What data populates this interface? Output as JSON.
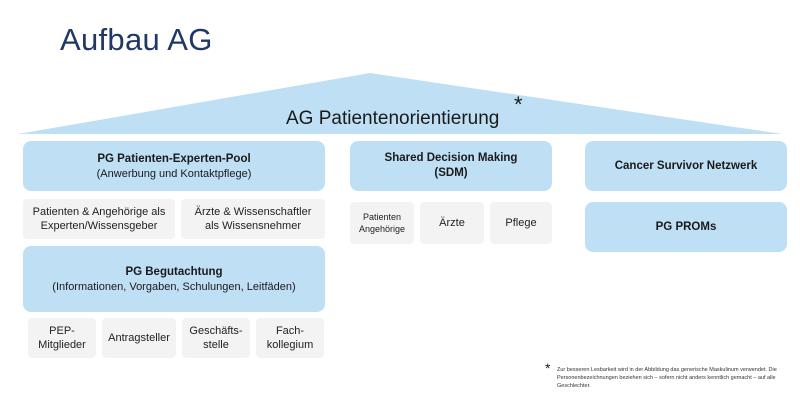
{
  "title": "Aufbau AG",
  "roof": {
    "label": "AG Patientenorientierung",
    "marker": "*"
  },
  "columns": {
    "left": {
      "pool": {
        "title": "PG Patienten-Experten-Pool",
        "subtitle": "(Anwerbung und Kontaktpflege)",
        "members": [
          "Patienten & Angehörige als\nExperten/Wissensgeber",
          "Ärzte & Wissenschaftler\nals Wissensnehmer"
        ]
      },
      "review": {
        "title": "PG Begutachtung",
        "subtitle": "(Informationen, Vorgaben, Schulungen, Leitfäden)",
        "members": [
          "PEP-\nMitglieder",
          "Antragsteller",
          "Geschäfts-\nstelle",
          "Fach-\nkollegium"
        ]
      }
    },
    "middle": {
      "sdm": {
        "title": "Shared Decision Making\n(SDM)",
        "members": [
          "Patienten\nAngehörige",
          "Ärzte",
          "Pflege"
        ]
      }
    },
    "right": {
      "network": {
        "title": "Cancer Survivor Netzwerk"
      },
      "proms": {
        "title": "PG PROMs"
      }
    }
  },
  "footnote": {
    "marker": "*",
    "text": "Zur besseren Lesbarkeit wird in der Abbildung das generische Maskulinum verwendet. Die Personenbezeichnungen beziehen sich – sofern nicht anders kenntlich gemacht – auf alle Geschlechter."
  },
  "colors": {
    "box": "#bfdff5",
    "roof": "#bfdff5",
    "subbox": "#f3f3f3",
    "title": "#1f3864"
  }
}
